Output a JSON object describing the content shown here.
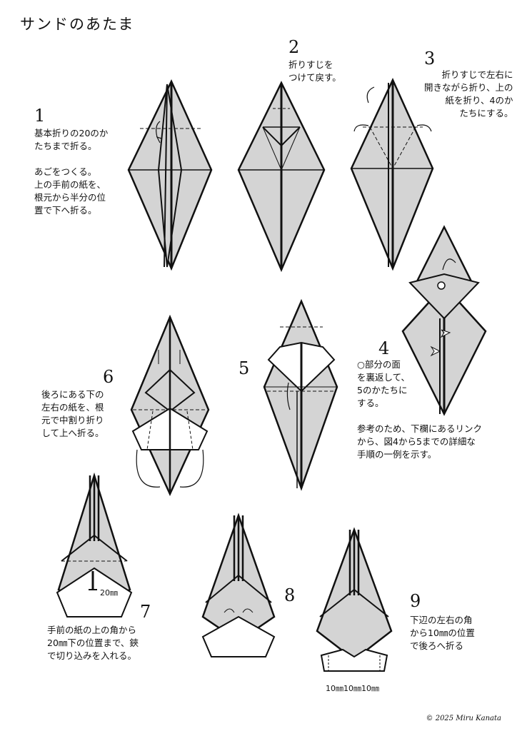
{
  "title": "サンドのあたま",
  "steps": [
    {
      "num": "1",
      "text": "基本折りの20のか\nたちまで折る。\n\nあごをつくる。\n上の手前の紙を、\n根元から半分の位\n置で下へ折る。"
    },
    {
      "num": "2",
      "text": "折りすじを\nつけて戻す。"
    },
    {
      "num": "3",
      "text": "折りすじで左右に\n開きながら折り、上の\n紙を折り、4のか\nたちにする。"
    },
    {
      "num": "4",
      "text": "○部分の面\nを裏返して、\n5のかたちに\nする。"
    },
    {
      "num": "5",
      "text": ""
    },
    {
      "num": "6",
      "text": "後ろにある下の\n左右の紙を、根\n元で中割り折り\nして上へ折る。"
    },
    {
      "num": "7",
      "text": "手前の紙の上の角から\n20㎜下の位置まで、鋏\nで切り込みを入れる。"
    },
    {
      "num": "8",
      "text": ""
    },
    {
      "num": "9",
      "text": "下辺の左右の角\nから10㎜の位置\nで後ろへ折る"
    }
  ],
  "note": "参考のため、下欄にあるリンク\nから、図4から5までの詳細な\n手順の一例を示す。",
  "measure_7": "20㎜",
  "measure_9": "10㎜10㎜10㎜",
  "copyright": "© 2025 Miru Kanata",
  "colors": {
    "paper": "#d4d4d4",
    "line": "#111111",
    "white": "#ffffff"
  }
}
